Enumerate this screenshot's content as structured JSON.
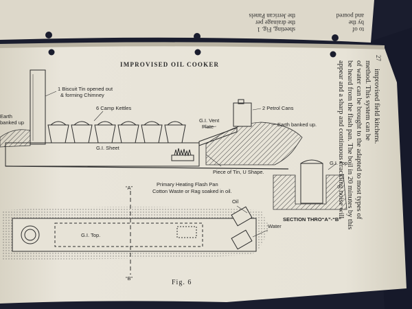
{
  "page": {
    "title": "IMPROVISED OIL COOKER",
    "page_number": "27",
    "figure_caption": "Fig. 6",
    "section_caption": "SECTION THRO“A”-“B”"
  },
  "labels": {
    "biscuit_tin": "1 Biscuit Tin opened out",
    "biscuit_tin_2": "& forming Chimney",
    "camp_kettles": "6 Camp Kettles",
    "petrol_cans": "2 Petrol Cans",
    "vent_plate": "G.I. Vent",
    "vent_plate_2": "Plate",
    "earth_banked_right": "Earth banked up.",
    "earth_banked_left": "Earth",
    "earth_banked_left_2": "banked up",
    "gi_sheet": "G.I. Sheet",
    "piece_of_tin": "Piece of Tin, U Shape.",
    "flash_pan": "Primary Heating Flash Pan",
    "cotton_waste": "Cotton Waste or Rag soaked in oil.",
    "gi_top_plan": "G.I. Top.",
    "gi_top_section": "G.I. Top.",
    "oil": "Oil",
    "water": "Water",
    "marker_a": "“A”",
    "marker_b": "“B”"
  },
  "body_lines": [
    "appear and a sharp and continuous crackling noise will",
    "be heard from the flash pan. The boil in 20 minutes by this",
    "of water can be brought to the adapted to most types of",
    "method. This system can be",
    "improvised field kitchens."
  ],
  "prev_page_lines": [
    "to of",
    "by the",
    "and poured",
    "sheeting, Fig. 1",
    "the drainage per",
    "the Jerrican Panels"
  ],
  "colors": {
    "paper": "#e6e2d6",
    "paper_shadow": "#cfcab9",
    "background": "#1a1d2e",
    "ink": "#2b2b2b"
  }
}
